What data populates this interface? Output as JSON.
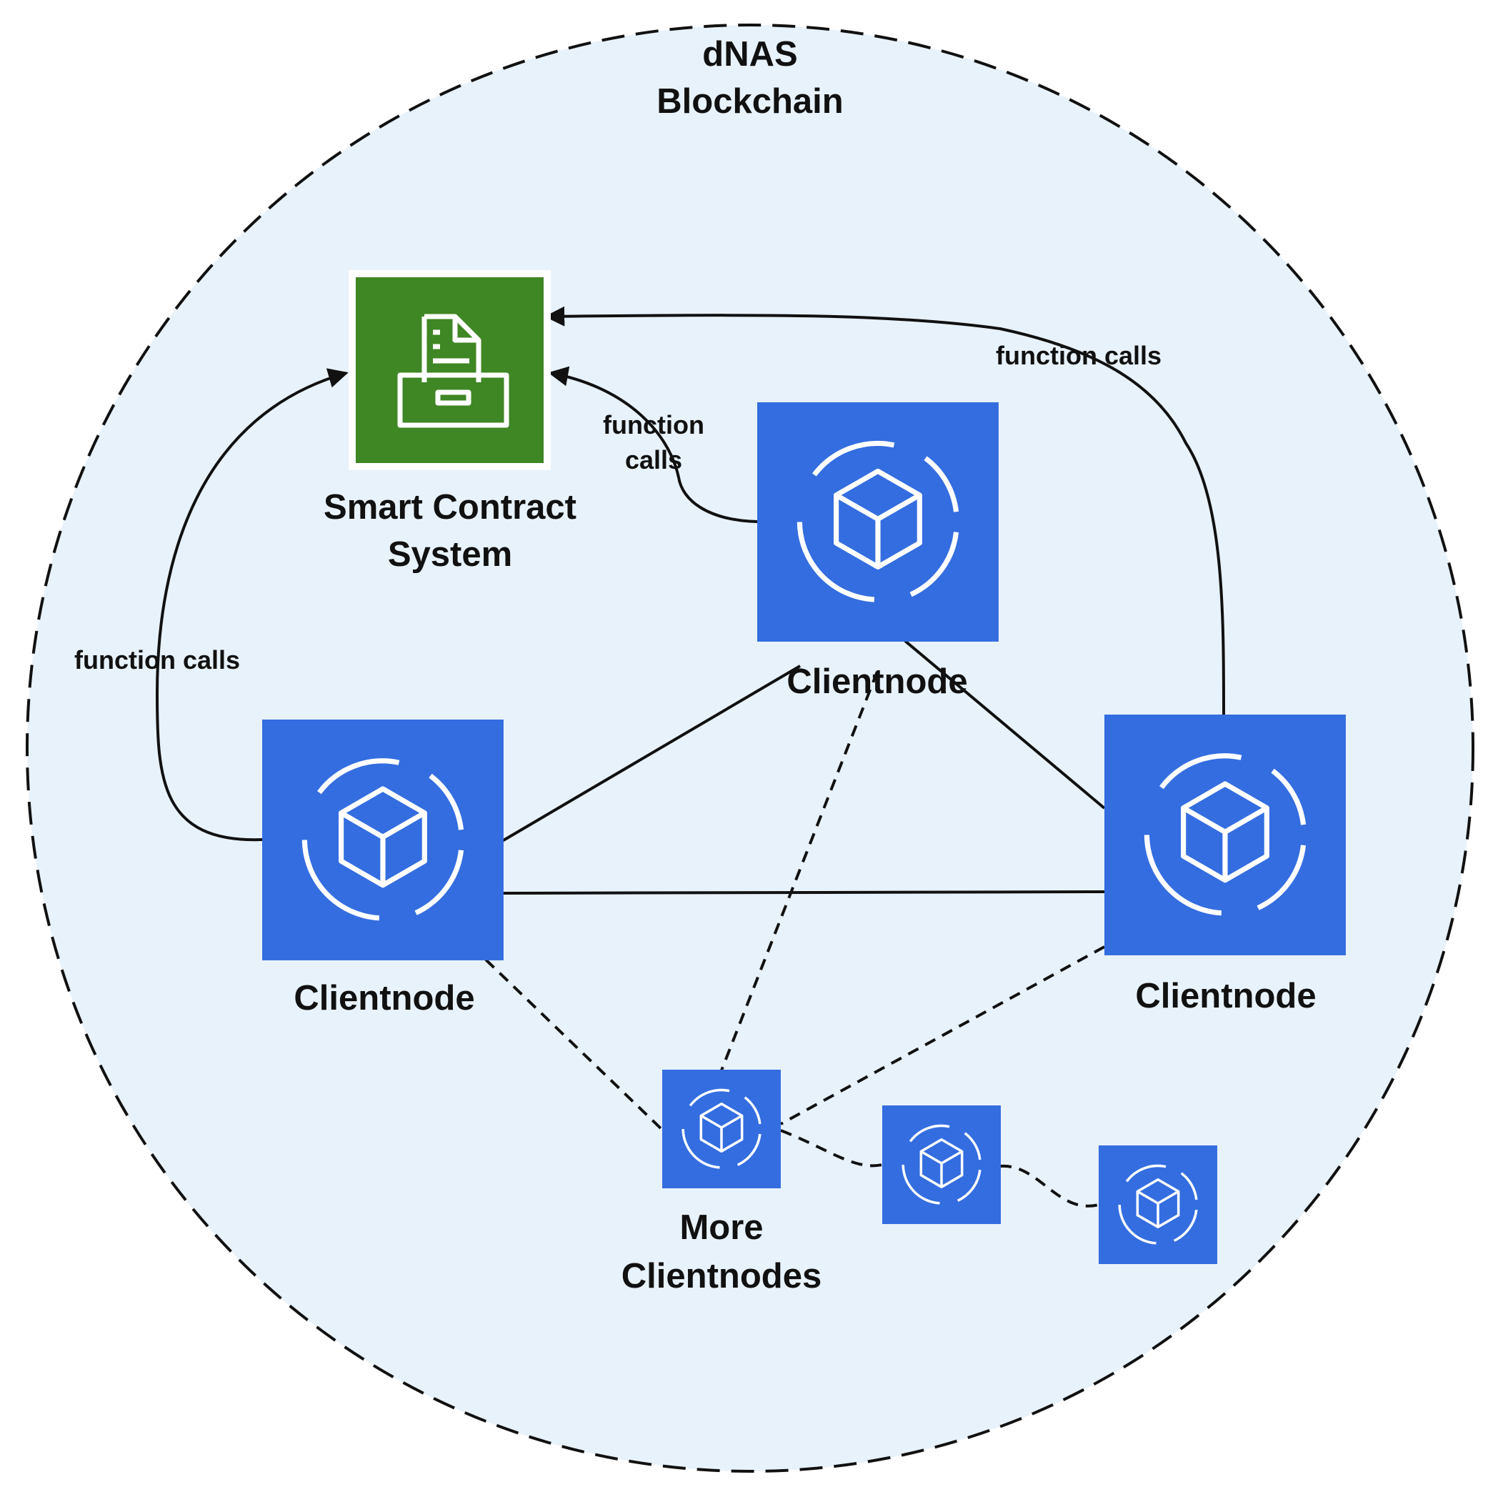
{
  "title": {
    "line1": "dNAS",
    "line2": "Blockchain"
  },
  "smart_contract": {
    "line1": "Smart Contract",
    "line2": "System",
    "icon": "document-drawer-icon"
  },
  "nodes": {
    "top": {
      "label": "Clientnode",
      "icon": "blockchain-node-icon"
    },
    "left": {
      "label": "Clientnode",
      "icon": "blockchain-node-icon"
    },
    "right": {
      "label": "Clientnode",
      "icon": "blockchain-node-icon"
    },
    "more": {
      "line1": "More",
      "line2": "Clientnodes",
      "icon": "blockchain-node-icon"
    }
  },
  "edges": {
    "call_left": "function calls",
    "call_top_line1": "function",
    "call_top_line2": "calls",
    "call_right": "function calls"
  },
  "colors": {
    "boundary_fill": "#e8f2fa",
    "node_blue": "#336de0",
    "contract_green": "#3f8624",
    "line": "#111111"
  }
}
